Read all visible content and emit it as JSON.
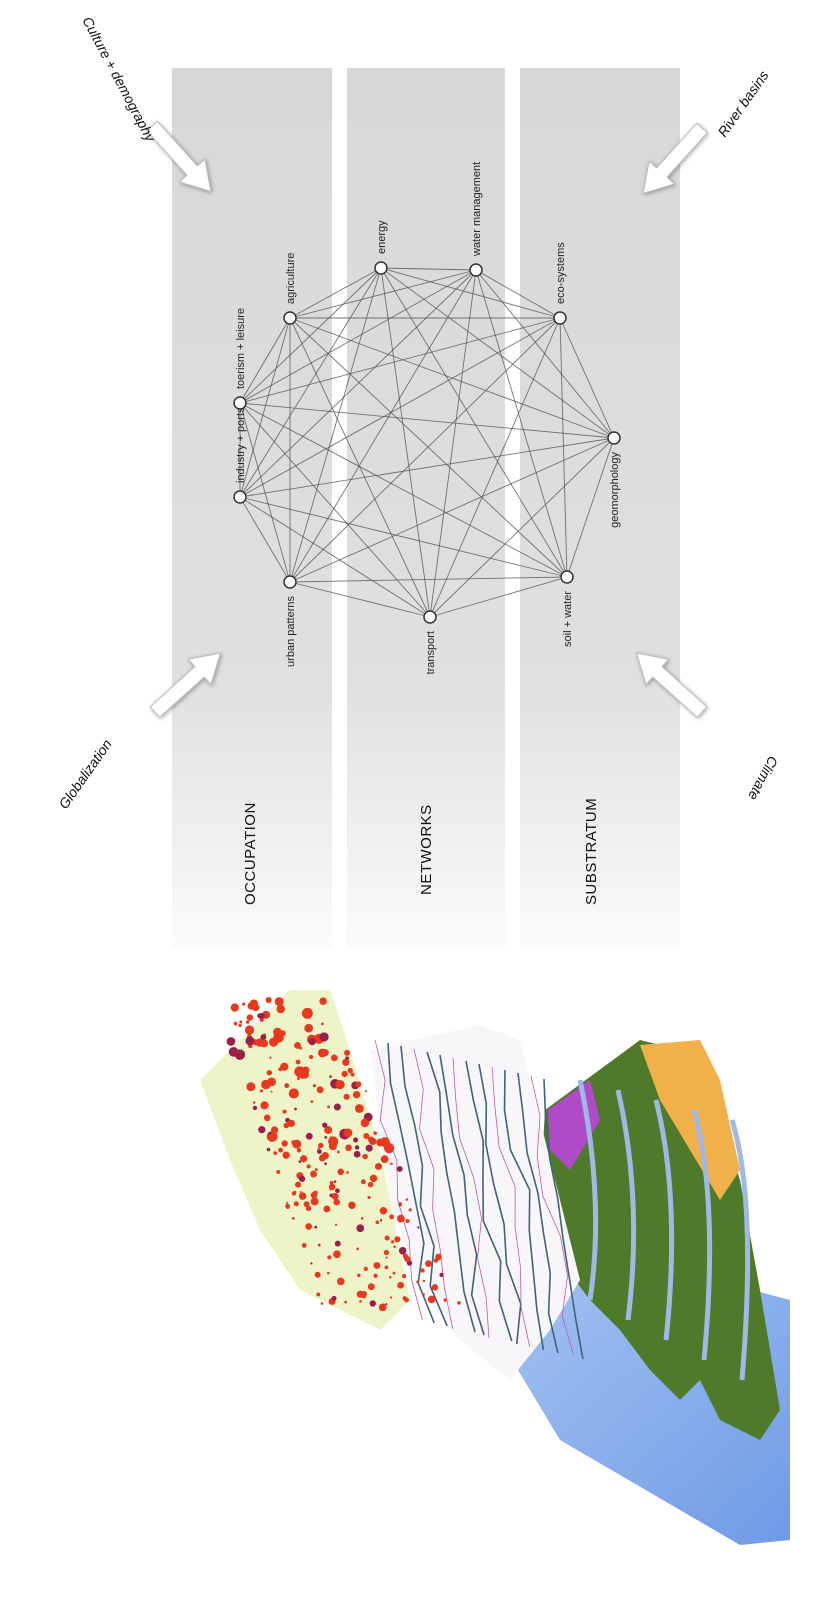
{
  "bands": [
    {
      "id": "occupation",
      "label": "OCCUPATION"
    },
    {
      "id": "networks",
      "label": "NETWORKS"
    },
    {
      "id": "substratum",
      "label": "SUBSTRATUM"
    }
  ],
  "nodes": [
    {
      "id": "agriculture",
      "label": "agriculture",
      "layer": "occupation"
    },
    {
      "id": "tourism",
      "label": "toerism + leisure",
      "layer": "occupation"
    },
    {
      "id": "industry",
      "label": "industry + ports",
      "layer": "occupation"
    },
    {
      "id": "urban",
      "label": "urban patterns",
      "layer": "occupation"
    },
    {
      "id": "transport",
      "label": "transport",
      "layer": "networks"
    },
    {
      "id": "energy",
      "label": "energy",
      "layer": "networks"
    },
    {
      "id": "water_management",
      "label": "water management",
      "layer": "networks"
    },
    {
      "id": "eco",
      "label": "eco-systems",
      "layer": "substratum"
    },
    {
      "id": "geomorphology",
      "label": "geomorphology",
      "layer": "substratum"
    },
    {
      "id": "soil",
      "label": "soil + water",
      "layer": "substratum"
    }
  ],
  "forces": {
    "culture": "Culture + demography",
    "globalization": "Globalization",
    "river_basins": "River basins",
    "climate": "Climate"
  },
  "colors": {
    "band": "#d9dadb",
    "occupation_base": "#eef3c8",
    "urban_red": "#e8391e",
    "substratum_green": "#4e7a2a",
    "substratum_orange": "#f2b04a",
    "substratum_purple": "#b04ac8",
    "sea_blue": "#7fa9ea"
  }
}
